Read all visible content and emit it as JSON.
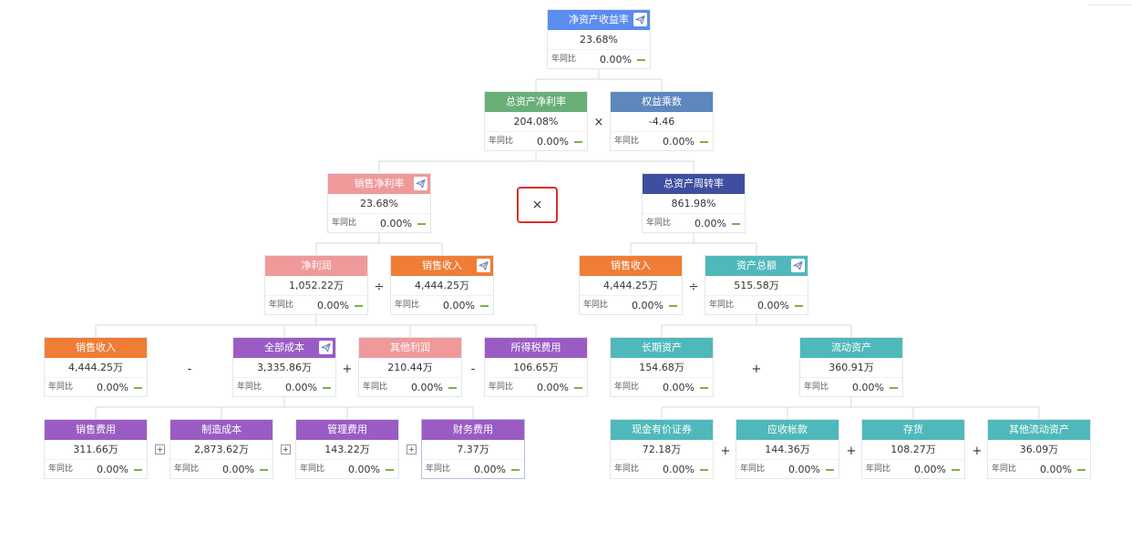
{
  "labels": {
    "yoy": "年同比"
  },
  "colors": {
    "blue": "#5b8def",
    "green": "#6aaf78",
    "steel": "#5e87be",
    "pink": "#f0999a",
    "navy": "#3f4ea1",
    "orange": "#ef7d36",
    "teal": "#4fb8bb",
    "purple": "#9a5cc4",
    "dash": "#7cb342",
    "line": "#d5d8de",
    "highlight": "#d9302d"
  },
  "nodes": [
    {
      "id": "roe",
      "title": "净资产收益率",
      "value": "23.68%",
      "yoy": "0.00%",
      "color": "blue",
      "share": true
    },
    {
      "id": "roa",
      "title": "总资产净利率",
      "value": "204.08%",
      "yoy": "0.00%",
      "color": "green"
    },
    {
      "id": "em",
      "title": "权益乘数",
      "value": "-4.46",
      "yoy": "0.00%",
      "color": "steel"
    },
    {
      "id": "npm",
      "title": "销售净利率",
      "value": "23.68%",
      "yoy": "0.00%",
      "color": "pink",
      "share": true
    },
    {
      "id": "ato",
      "title": "总资产周转率",
      "value": "861.98%",
      "yoy": "0.00%",
      "color": "navy"
    },
    {
      "id": "np",
      "title": "净利润",
      "value": "1,052.22万",
      "yoy": "0.00%",
      "color": "pink"
    },
    {
      "id": "rev1",
      "title": "销售收入",
      "value": "4,444.25万",
      "yoy": "0.00%",
      "color": "orange",
      "share": true
    },
    {
      "id": "rev2",
      "title": "销售收入",
      "value": "4,444.25万",
      "yoy": "0.00%",
      "color": "orange"
    },
    {
      "id": "ta",
      "title": "资产总额",
      "value": "515.58万",
      "yoy": "0.00%",
      "color": "teal",
      "share": true
    },
    {
      "id": "rev3",
      "title": "销售收入",
      "value": "4,444.25万",
      "yoy": "0.00%",
      "color": "orange"
    },
    {
      "id": "tc",
      "title": "全部成本",
      "value": "3,335.86万",
      "yoy": "0.00%",
      "color": "purple",
      "share": true
    },
    {
      "id": "op",
      "title": "其他利润",
      "value": "210.44万",
      "yoy": "0.00%",
      "color": "pink"
    },
    {
      "id": "tax",
      "title": "所得税费用",
      "value": "106.65万",
      "yoy": "0.00%",
      "color": "purple"
    },
    {
      "id": "nca",
      "title": "长期资产",
      "value": "154.68万",
      "yoy": "0.00%",
      "color": "teal"
    },
    {
      "id": "ca",
      "title": "流动资产",
      "value": "360.91万",
      "yoy": "0.00%",
      "color": "teal"
    },
    {
      "id": "se",
      "title": "销售费用",
      "value": "311.66万",
      "yoy": "0.00%",
      "color": "purple"
    },
    {
      "id": "mc",
      "title": "制造成本",
      "value": "2,873.62万",
      "yoy": "0.00%",
      "color": "purple"
    },
    {
      "id": "ae",
      "title": "管理费用",
      "value": "143.22万",
      "yoy": "0.00%",
      "color": "purple"
    },
    {
      "id": "fe",
      "title": "财务费用",
      "value": "7.37万",
      "yoy": "0.00%",
      "color": "purple",
      "selected": true
    },
    {
      "id": "cash",
      "title": "现金有价证券",
      "value": "72.18万",
      "yoy": "0.00%",
      "color": "teal"
    },
    {
      "id": "ar",
      "title": "应收帐款",
      "value": "144.36万",
      "yoy": "0.00%",
      "color": "teal"
    },
    {
      "id": "inv",
      "title": "存货",
      "value": "108.27万",
      "yoy": "0.00%",
      "color": "teal"
    },
    {
      "id": "oca",
      "title": "其他流动资产",
      "value": "36.09万",
      "yoy": "0.00%",
      "color": "teal"
    }
  ],
  "operators": {
    "roa_em": "×",
    "npm_ato": "×",
    "np_rev": "÷",
    "rev_ta": "÷",
    "rev_tc": "-",
    "tc_op": "+",
    "op_tax": "-",
    "nca_ca": "+",
    "cash_ar": "+",
    "ar_inv": "+",
    "inv_oca": "+"
  }
}
